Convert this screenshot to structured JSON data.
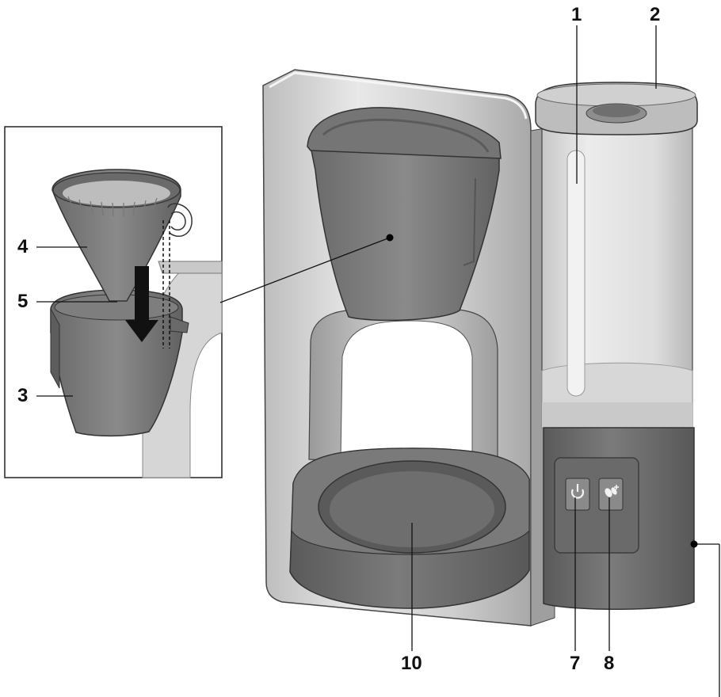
{
  "callouts": [
    {
      "id": "1",
      "label": "1"
    },
    {
      "id": "2",
      "label": "2"
    },
    {
      "id": "3",
      "label": "3"
    },
    {
      "id": "4",
      "label": "4"
    },
    {
      "id": "5",
      "label": "5"
    },
    {
      "id": "7",
      "label": "7"
    },
    {
      "id": "8",
      "label": "8"
    },
    {
      "id": "10",
      "label": "10"
    }
  ],
  "icons": [
    "power-icon",
    "aroma-icon"
  ],
  "colors": {
    "body_gray": "#6e6e6e",
    "dark_gray": "#555555",
    "steel_light": "#d8d8d8",
    "steel_mid": "#b3b3b3",
    "tank_light": "#e4e4e4"
  }
}
